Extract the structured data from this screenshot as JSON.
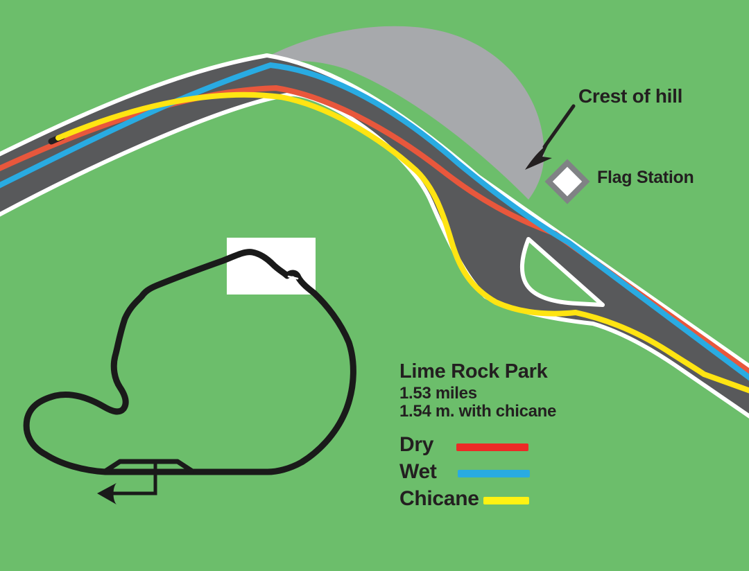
{
  "diagram": {
    "title": "Lime Rock Park",
    "length": "1.53 miles",
    "length_with_chicane": "1.54 m. with chicane",
    "crest_label": "Crest of hill",
    "flag_station_label": "Flag Station"
  },
  "legend": {
    "items": [
      {
        "label": "Dry",
        "color": "#EC2A26"
      },
      {
        "label": "Wet",
        "color": "#29ABE2"
      },
      {
        "label": "Chicane",
        "color": "#FFF212"
      }
    ]
  },
  "colors": {
    "background": "#6CBE6B",
    "road": "#58595B",
    "hill": "#A7A9AC",
    "road_edge": "#FFFFFF",
    "dry_line": "#E8573C",
    "wet_line": "#29ABE2",
    "chicane_line": "#FFE412",
    "ink": "#231F20",
    "map_ink": "#1A1A1A",
    "flag_border": "#808285"
  }
}
